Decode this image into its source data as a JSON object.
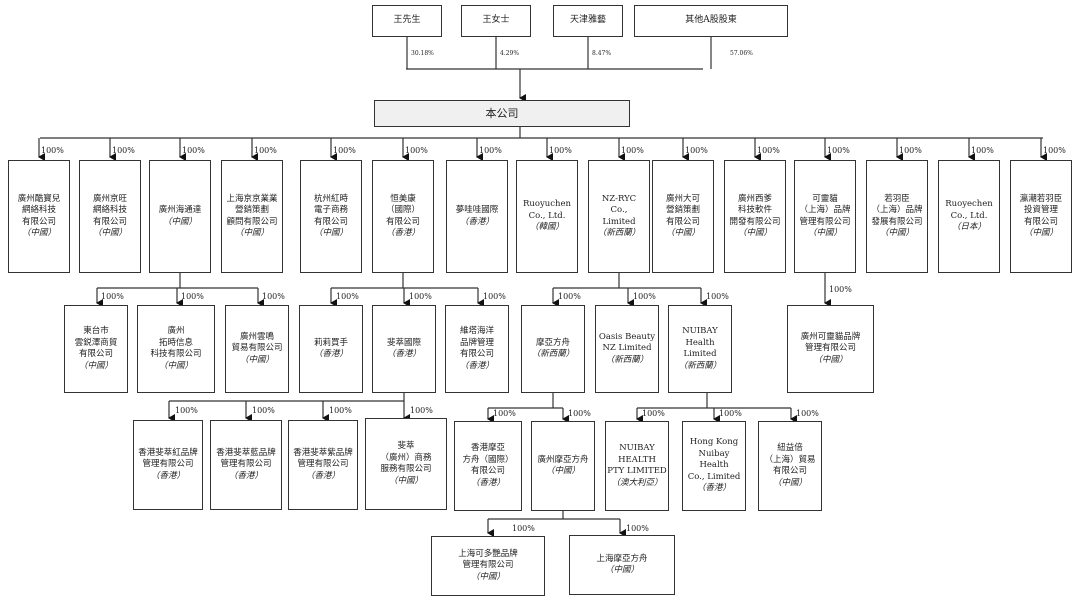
{
  "shareholders": [
    {
      "name": "王先生",
      "pct": "30.18%"
    },
    {
      "name": "王女士",
      "pct": "4.29%"
    },
    {
      "name": "天津雅藝",
      "pct": "8.47%"
    },
    {
      "name": "其他A股股東",
      "pct": "57.06%"
    }
  ],
  "company": {
    "name": "本公司"
  },
  "ownership_label": "100%",
  "row1": [
    {
      "lines": [
        "廣州酷寶兒",
        "網絡科技",
        "有限公司"
      ],
      "jur": "（中國）"
    },
    {
      "lines": [
        "廣州京旺",
        "網絡科技",
        "有限公司"
      ],
      "jur": "（中國）"
    },
    {
      "lines": [
        "廣州海通達"
      ],
      "jur": "（中國）"
    },
    {
      "lines": [
        "上海京京業業",
        "營銷策劃",
        "顧問有限公司"
      ],
      "jur": "（中國）"
    },
    {
      "lines": [
        "杭州紅時",
        "電子商務",
        "有限公司"
      ],
      "jur": "（中國）"
    },
    {
      "lines": [
        "恒美康",
        "（國際）",
        "有限公司"
      ],
      "jur": "（香港）"
    },
    {
      "lines": [
        "夢哇哇國際"
      ],
      "jur": "（香港）"
    },
    {
      "lines": [
        "Ruoyuchen",
        "Co., Ltd."
      ],
      "jur": "（韓國）"
    },
    {
      "lines": [
        "NZ-RYC",
        "Co.,",
        "Limited"
      ],
      "jur": "（新西蘭）"
    },
    {
      "lines": [
        "廣州大可",
        "營銷策劃",
        "有限公司"
      ],
      "jur": "（中國）"
    },
    {
      "lines": [
        "廣州西爹",
        "科技軟件",
        "開發有限公司"
      ],
      "jur": "（中國）"
    },
    {
      "lines": [
        "可靈貓",
        "（上海）品牌",
        "管理有限公司"
      ],
      "jur": "（中國）"
    },
    {
      "lines": [
        "若羽臣",
        "（上海）品牌",
        "發展有限公司"
      ],
      "jur": "（中國）"
    },
    {
      "lines": [
        "Ruoyechen",
        "Co., Ltd."
      ],
      "jur": "（日本）"
    },
    {
      "lines": [
        "瀛潮若羽臣",
        "投資管理",
        "有限公司"
      ],
      "jur": "（中國）"
    }
  ],
  "row2": [
    {
      "lines": [
        "東台市",
        "雲鋭澤商貿",
        "有限公司"
      ],
      "jur": "（中國）"
    },
    {
      "lines": [
        "廣州",
        "拓時信息",
        "科技有限公司"
      ],
      "jur": "（中國）"
    },
    {
      "lines": [
        "廣州雲鳴",
        "貿易有限公司"
      ],
      "jur": "（中國）"
    },
    {
      "lines": [
        "莉莉買手"
      ],
      "jur": "（香港）"
    },
    {
      "lines": [
        "斐萃國際"
      ],
      "jur": "（香港）"
    },
    {
      "lines": [
        "維塔海洋",
        "品牌管理",
        "有限公司"
      ],
      "jur": "（香港）"
    },
    {
      "lines": [
        "摩亞方舟"
      ],
      "jur": "（新西蘭）"
    },
    {
      "lines": [
        "Oasis Beauty",
        "NZ Limited"
      ],
      "jur": "（新西蘭）"
    },
    {
      "lines": [
        "NUIBAY",
        "Health Limited"
      ],
      "jur": "（新西蘭）"
    },
    {
      "lines": [
        "廣州可靈貓品牌",
        "管理有限公司"
      ],
      "jur": "（中國）"
    }
  ],
  "row3": [
    {
      "lines": [
        "香港斐萃紅品牌",
        "管理有限公司"
      ],
      "jur": "（香港）"
    },
    {
      "lines": [
        "香港斐萃藍品牌",
        "管理有限公司"
      ],
      "jur": "（香港）"
    },
    {
      "lines": [
        "香港斐萃紫品牌",
        "管理有限公司"
      ],
      "jur": "（香港）"
    },
    {
      "lines": [
        "斐萃",
        "（廣州）商務",
        "服務有限公司"
      ],
      "jur": "（中國）"
    },
    {
      "lines": [
        "香港摩亞",
        "方舟（國際）",
        "有限公司"
      ],
      "jur": "（香港）"
    },
    {
      "lines": [
        "廣州摩亞方舟"
      ],
      "jur": "（中國）"
    },
    {
      "lines": [
        "NUIBAY",
        "HEALTH",
        "PTY LIMITED"
      ],
      "jur": "（澳大利亞）"
    },
    {
      "lines": [
        "Hong Kong",
        "Nuibay Health",
        "Co., Limited"
      ],
      "jur": "（香港）"
    },
    {
      "lines": [
        "紐益倍",
        "（上海）貿易",
        "有限公司"
      ],
      "jur": "（中國）"
    }
  ],
  "row4": [
    {
      "lines": [
        "上海可多艷品牌",
        "管理有限公司"
      ],
      "jur": "（中國）"
    },
    {
      "lines": [
        "上海摩亞方舟"
      ],
      "jur": "（中國）"
    }
  ]
}
